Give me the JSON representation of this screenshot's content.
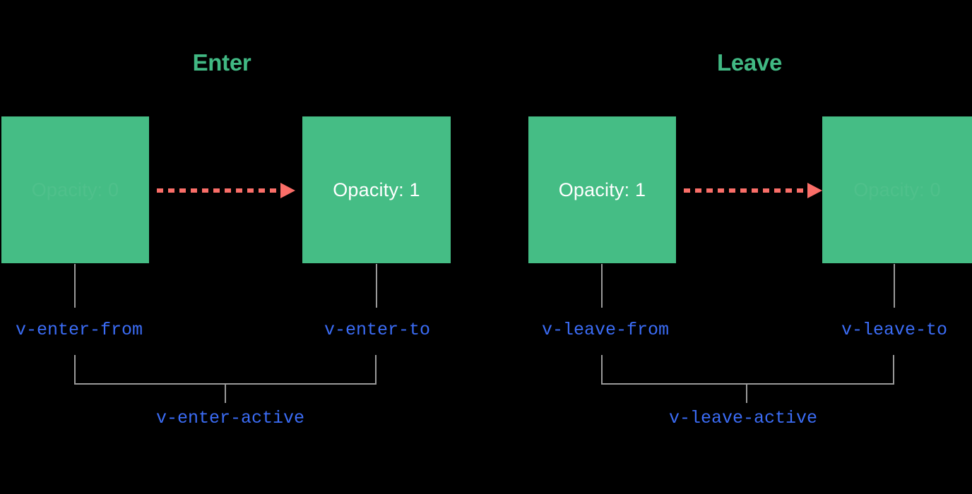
{
  "diagram": {
    "title_enter": "Enter",
    "title_leave": "Leave",
    "colors": {
      "background": "#000000",
      "box_green": "#45bd85",
      "heading_green": "#41b883",
      "arrow_red": "#fa6e68",
      "label_blue": "#3b6cf5",
      "connector_gray": "#9a9a9a",
      "box_text_white": "#ffffff"
    },
    "boxes": [
      {
        "id": "enter-from-box",
        "label": "Opacity: 0",
        "opacity_value": 0,
        "faded": true
      },
      {
        "id": "enter-to-box",
        "label": "Opacity: 1",
        "opacity_value": 1,
        "faded": false
      },
      {
        "id": "leave-from-box",
        "label": "Opacity: 1",
        "opacity_value": 1,
        "faded": false
      },
      {
        "id": "leave-to-box",
        "label": "Opacity: 0",
        "opacity_value": 0,
        "faded": true
      }
    ],
    "class_labels": {
      "enter_from": "v-enter-from",
      "enter_to": "v-enter-to",
      "enter_active": "v-enter-active",
      "leave_from": "v-leave-from",
      "leave_to": "v-leave-to",
      "leave_active": "v-leave-active"
    },
    "arrows": [
      {
        "id": "enter-arrow",
        "direction": "right",
        "style": "dashed"
      },
      {
        "id": "leave-arrow",
        "direction": "right",
        "style": "dashed"
      }
    ]
  }
}
